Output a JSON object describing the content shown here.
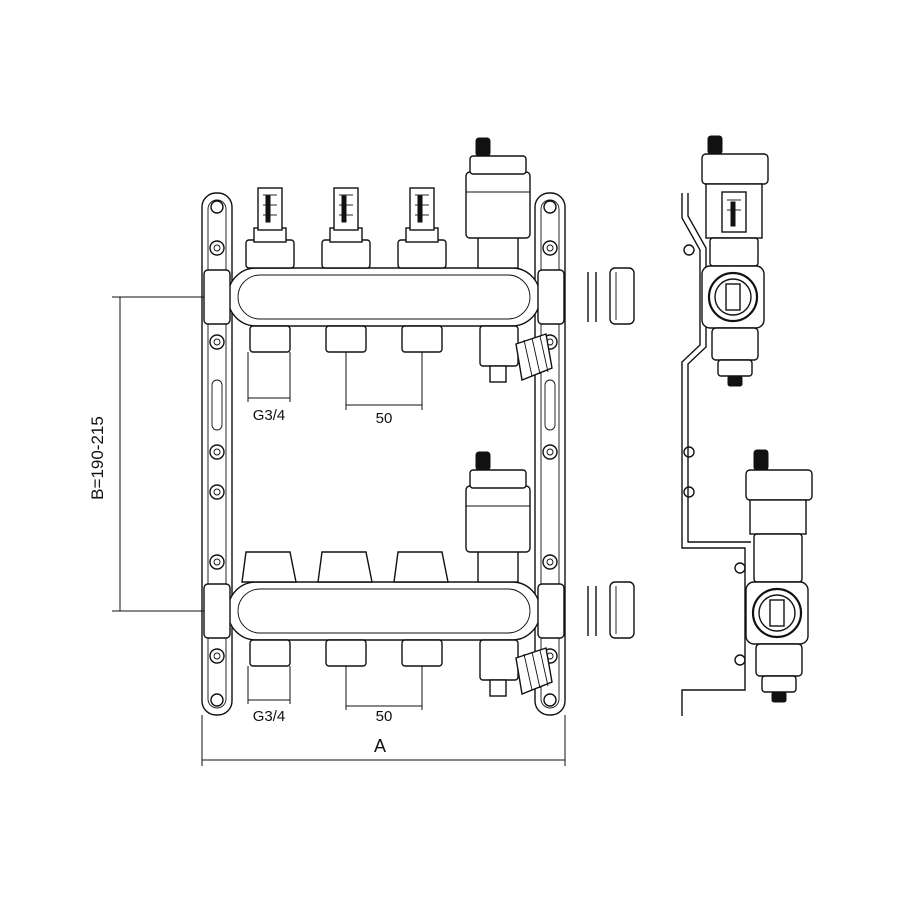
{
  "dimensions": {
    "height_label": "B=190-215",
    "width_label": "A",
    "top_thread_label": "G3/4",
    "top_spacing_label": "50",
    "bottom_thread_label": "G3/4",
    "bottom_spacing_label": "50"
  },
  "views": [
    "front-view",
    "side-view"
  ],
  "line_color": "#111111",
  "background_color": "#ffffff"
}
